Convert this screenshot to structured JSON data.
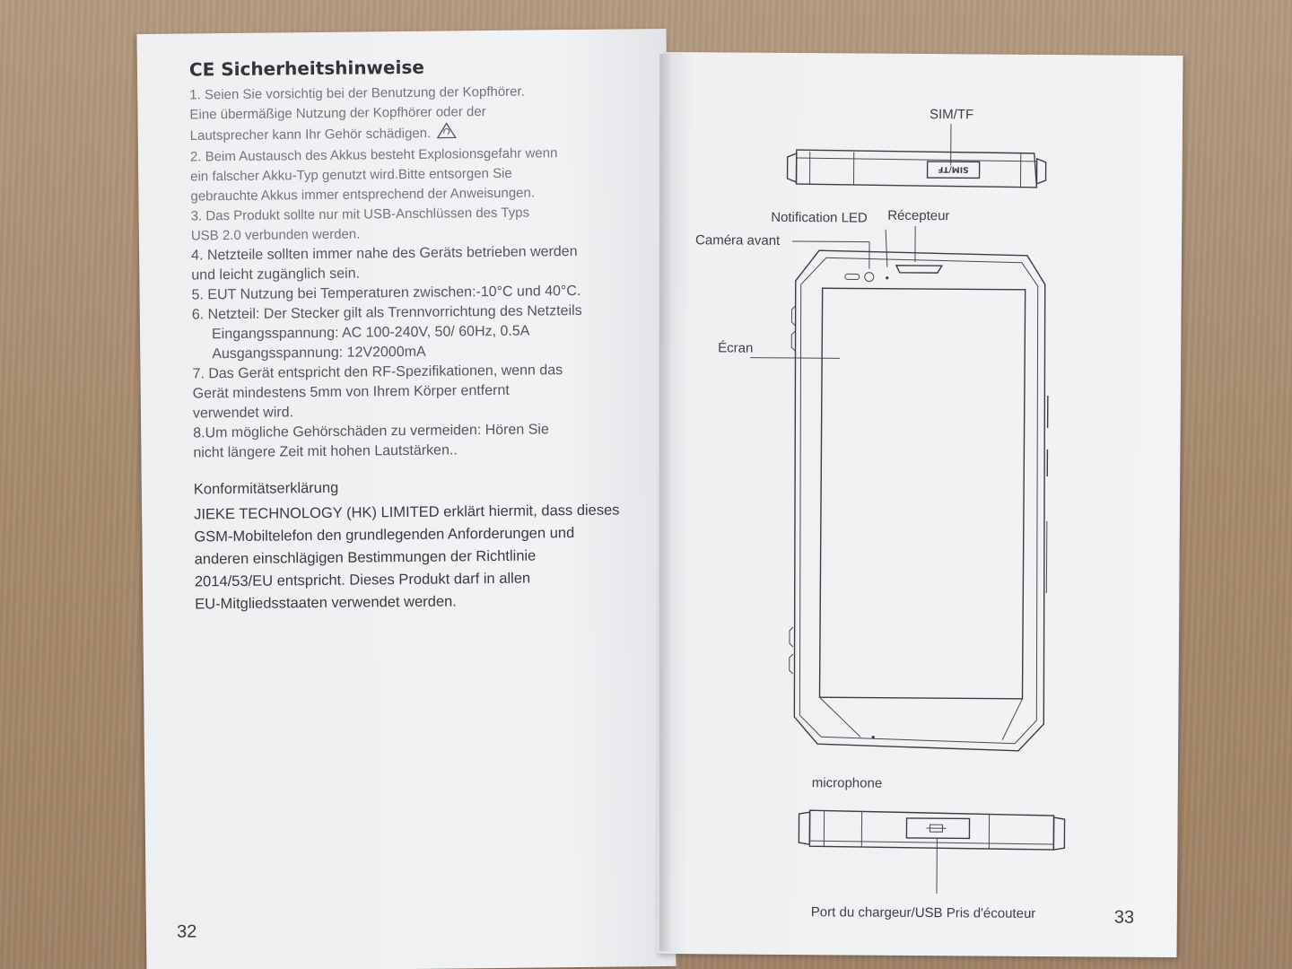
{
  "left_page": {
    "title": "CE Sicherheitshinweise",
    "items": [
      {
        "text": "1.  Seien Sie vorsichtig bei der Benutzung der Kopfhörer.",
        "faint": true
      },
      {
        "text": "Eine übermäßige Nutzung der Kopfhörer oder der",
        "faint": true
      },
      {
        "text": "Lautsprecher kann Ihr Gehör schädigen.",
        "faint": true,
        "icon": "hearing-warning-icon"
      },
      {
        "text": "2. Beim Austausch des Akkus besteht Explosionsgefahr wenn",
        "faint": true
      },
      {
        "text": "ein falscher Akku-Typ genutzt wird.Bitte entsorgen Sie",
        "faint": true
      },
      {
        "text": "gebrauchte Akkus immer entsprechend der Anweisungen.",
        "faint": true
      },
      {
        "text": "3. Das Produkt sollte nur mit USB-Anschlüssen des Typs",
        "faint": true
      },
      {
        "text": "USB 2.0 verbunden werden.",
        "faint": true
      },
      {
        "text": "4. Netzteile sollten immer nahe des Geräts betrieben werden",
        "faint": false
      },
      {
        "text": "und leicht zugänglich sein.",
        "faint": false
      },
      {
        "text": "5. EUT Nutzung bei Temperaturen zwischen:-10°C und 40°C.",
        "faint": false
      },
      {
        "text": "6. Netzteil: Der Stecker gilt als Trennvorrichtung des Netzteils",
        "faint": false
      },
      {
        "text": "Eingangsspannung: AC 100-240V, 50/ 60Hz, 0.5A",
        "faint": false,
        "indent": true
      },
      {
        "text": "Ausgangsspannung: 12V2000mA",
        "faint": false,
        "indent": true
      },
      {
        "text": "7. Das Gerät entspricht den RF-Spezifikationen, wenn das",
        "faint": false
      },
      {
        "text": "Gerät mindestens 5mm von Ihrem Körper entfernt",
        "faint": false
      },
      {
        "text": "verwendet wird.",
        "faint": false
      },
      {
        "text": "8.Um mögliche Gehörschäden zu vermeiden: Hören Sie",
        "faint": false
      },
      {
        "text": "nicht längere Zeit mit hohen Lautstärken..",
        "faint": false
      }
    ],
    "conformity_heading": "Konformitätserklärung",
    "conformity_lines": [
      "JIEKE TECHNOLOGY (HK) LIMITED erklärt hiermit, dass dieses",
      "GSM-Mobiltelefon den grundlegenden Anforderungen und",
      "anderen einschlägigen Bestimmungen der Richtlinie",
      "2014/53/EU entspricht. Dieses Produkt darf in allen",
      "EU-Mitgliedsstaaten verwendet werden."
    ],
    "page_number": "32"
  },
  "right_page": {
    "labels": {
      "sim": "SIM/TF",
      "sim_slot": "SIM/TF",
      "notification_led": "Notification LED",
      "receiver": "Récepteur",
      "front_camera": "Caméra avant",
      "screen": "Écran",
      "microphone": "microphone",
      "port": "Port du chargeur/USB Pris d'écouteur"
    },
    "page_number": "33"
  },
  "colors": {
    "paper": "#f1f2f4",
    "ink": "#3b3b40",
    "table": "#a98d70"
  }
}
